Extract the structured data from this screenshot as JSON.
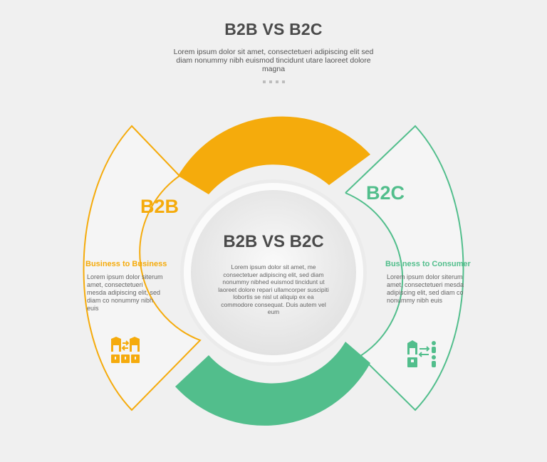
{
  "header": {
    "title": "B2B VS B2C",
    "subtitle": "Lorem ipsum dolor sit amet, consectetueri adipiscing elit sed diam nonummy nibh euismod tincidunt utare laoreet dolore magna"
  },
  "center": {
    "title": "B2B VS B2C",
    "text": "Lorem ipsum dolor sit amet, me consectetuer adipiscing elit, sed diam nonummy nibhed euismod tincidunt ut laoreet dolore repari ullamcorper suscipiti lobortis se nisl ut aliquip ex ea commodore consequat. Duis autem vel eum"
  },
  "left": {
    "label": "B2B",
    "heading": "Business to Business",
    "text": "Lorem ipsum dolor siterum amet, consectetueri mesda adipiscing elit, sed diam co nonummy nibh euis",
    "icon": "warehouse-exchange-icon"
  },
  "right": {
    "label": "B2C",
    "heading": "Business to Consumer",
    "text": "Lorem ipsum dolor siterum amet, consectetueri mesda adipiscing elit, sed diam co nonummy nibh euis",
    "icon": "store-to-customer-icon"
  },
  "colors": {
    "b2b": "#f5ab0c",
    "b2c": "#52be8c",
    "text": "#4a4a4a"
  }
}
